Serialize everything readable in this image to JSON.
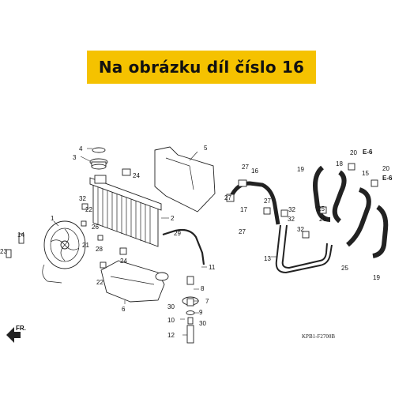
{
  "banner": {
    "text": "Na obrázku díl číslo 16",
    "background": "#f5c200"
  },
  "diagram_code": "KPB1-F2700B",
  "direction_marker": "FR.",
  "callouts": [
    "1",
    "2",
    "3",
    "4",
    "5",
    "6",
    "7",
    "8",
    "9",
    "10",
    "11",
    "12",
    "13",
    "14",
    "15",
    "16",
    "17",
    "18",
    "19",
    "20",
    "21",
    "22",
    "23",
    "24",
    "25",
    "26",
    "27",
    "28",
    "29",
    "30",
    "32",
    "E-6"
  ],
  "parts": [
    {
      "id": "radiator-cap",
      "name": "radiator cap"
    },
    {
      "id": "radiator",
      "name": "radiator"
    },
    {
      "id": "radiator-shroud",
      "name": "radiator shroud"
    },
    {
      "id": "cooling-fan",
      "name": "cooling fan motor"
    },
    {
      "id": "reserve-tank",
      "name": "reserve tank"
    },
    {
      "id": "water-pipe",
      "name": "water pipe"
    },
    {
      "id": "radiator-hose-16",
      "name": "radiator hose"
    }
  ]
}
